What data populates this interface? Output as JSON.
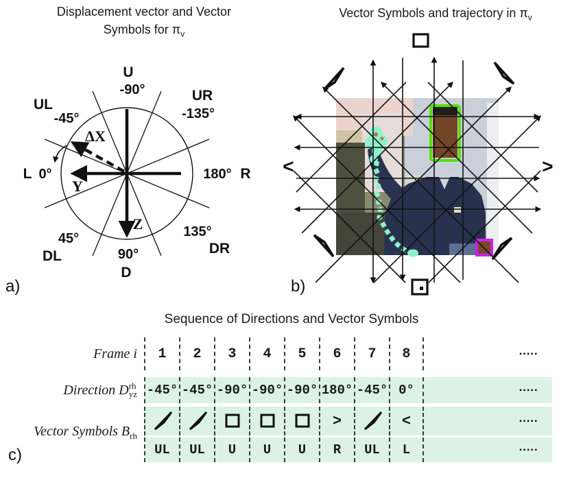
{
  "panel_a": {
    "title_line1": "Displacement vector and Vector",
    "title_line2": "Symbols for π",
    "pi_sub": "v",
    "corner_label": "a)",
    "dx_label": "ΔX",
    "y_label": "Y",
    "z_label": "Z",
    "dirs": {
      "u": "U",
      "u_deg": "-90°",
      "ur": "UR",
      "ur_deg": "-135°",
      "ul": "UL",
      "ul_deg": "-45°",
      "l": "L",
      "l_deg": "0°",
      "r": "R",
      "r_deg": "180°",
      "dl": "DL",
      "dl_deg": "45°",
      "d": "D",
      "d_deg": "90°",
      "dr": "DR",
      "dr_deg": "135°"
    }
  },
  "panel_b": {
    "title": "Vector Symbols and trajectory in π",
    "pi_sub": "v",
    "corner_label": "b)",
    "left_symbol": "<",
    "right_symbol": ">",
    "colors": {
      "face_box": "#58e000",
      "hand_box": "#cc22ee",
      "trajectory": "#8df2c9"
    }
  },
  "table": {
    "title": "Sequence of Directions and Vector Symbols",
    "corner_label": "c)",
    "frame_label": "Frame i",
    "direction_label": "Direction D",
    "direction_sup": "rh",
    "direction_sub": "yz",
    "symbols_label": "Vector Symbols B",
    "symbols_sub": "rh",
    "frames": [
      "1",
      "2",
      "3",
      "4",
      "5",
      "6",
      "7",
      "8"
    ],
    "directions": [
      "-45°",
      "-45°",
      "-90°",
      "-90°",
      "-90°",
      "180°",
      "-45°",
      "0°"
    ],
    "symbol_types": [
      "UL",
      "UL",
      "U",
      "U",
      "U",
      "R",
      "UL",
      "L"
    ],
    "letters": [
      "UL",
      "UL",
      "U",
      "U",
      "U",
      "R",
      "UL",
      "L"
    ],
    "gt": ">",
    "lt": "<",
    "ellipsis": "▪▪▪▪▪",
    "row_bg": "#dcf3e3"
  }
}
